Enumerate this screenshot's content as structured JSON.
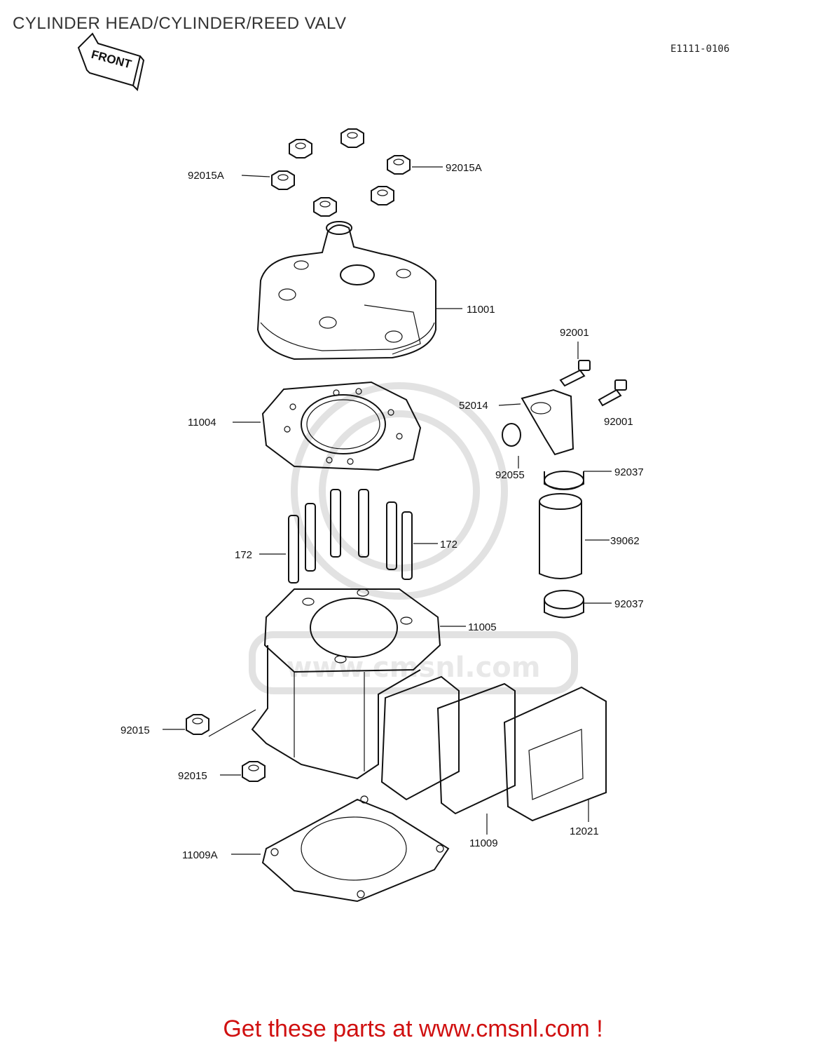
{
  "title": "CYLINDER HEAD/CYLINDER/REED VALV",
  "diagram_code": "E1111-0106",
  "front_marker": "FRONT",
  "watermark": "www.cmsnl.com",
  "footer": "Get these parts at www.cmsnl.com !",
  "callouts": {
    "c92015A_left": "92015A",
    "c92015A_right": "92015A",
    "c11001": "11001",
    "c92001_top": "92001",
    "c52014": "52014",
    "c92001_right": "92001",
    "c11004": "11004",
    "c92055": "92055",
    "c92037_top": "92037",
    "c172_left": "172",
    "c172_right": "172",
    "c39062": "39062",
    "c92037_bottom": "92037",
    "c11005": "11005",
    "c92015_upper": "92015",
    "c92015_lower": "92015",
    "c11009": "11009",
    "c12021": "12021",
    "c11009A": "11009A"
  }
}
